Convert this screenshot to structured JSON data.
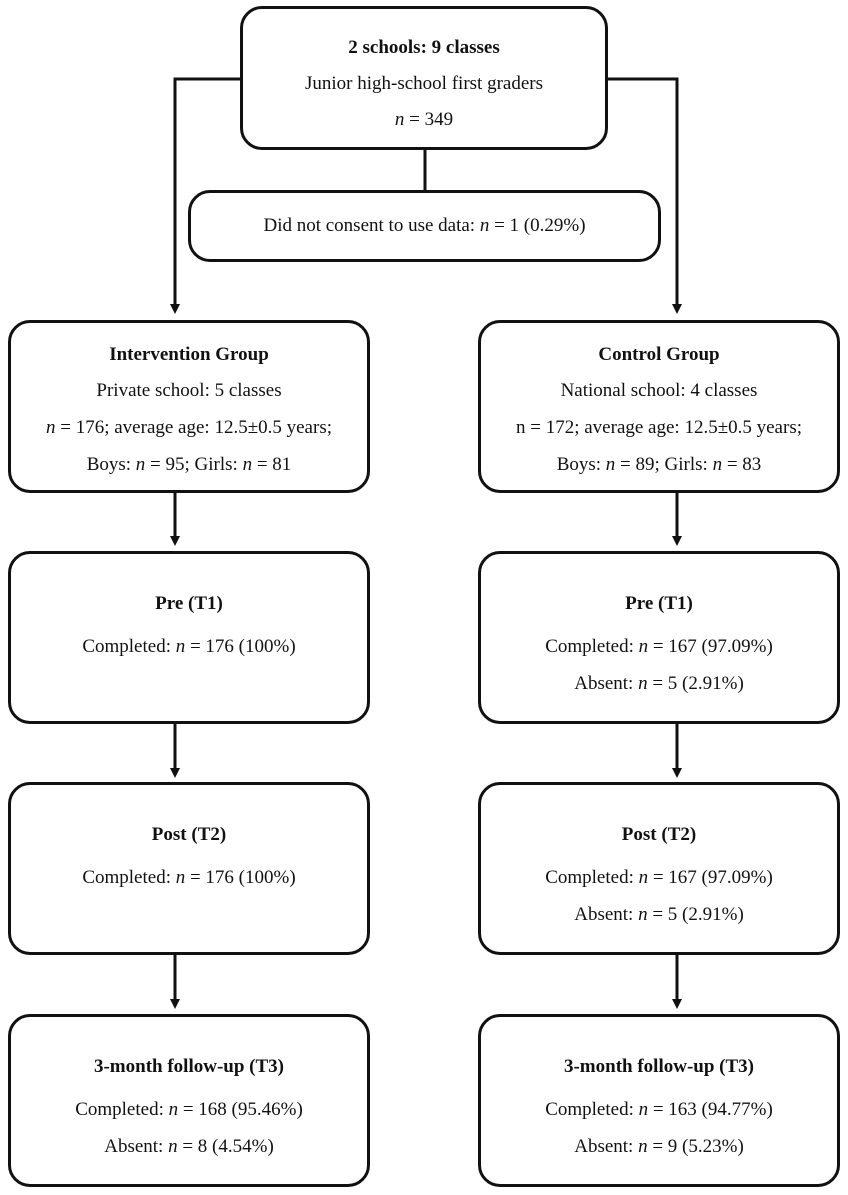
{
  "top": {
    "title": "2 schools: 9 classes",
    "subtitle": "Junior high-school first graders",
    "n_label": "n",
    "n_value": " = 349"
  },
  "exclusion": {
    "text": "Did not consent to use data: ",
    "n_label": "n",
    "n_value": " = 1 (0.29%)"
  },
  "intervention": {
    "title": "Intervention Group",
    "school": "Private school: 5 classes",
    "n_label": "n",
    "n_age": " = 176; average age: 12.5±0.5 years;",
    "boys": "Boys: ",
    "boys_n": "n",
    "boys_val": " = 95; Girls: ",
    "girls_n": "n",
    "girls_val": " = 81",
    "pre": {
      "title": "Pre (T1)",
      "completed": "Completed: ",
      "n": "n",
      "val": " = 176 (100%)"
    },
    "post": {
      "title": "Post (T2)",
      "completed": "Completed: ",
      "n": "n",
      "val": " = 176 (100%)"
    },
    "followup": {
      "title": "3-month follow-up (T3)",
      "completed": "Completed: ",
      "n": "n",
      "val": " = 168 (95.46%)",
      "absent": "Absent: ",
      "absent_n": "n",
      "absent_val": " = 8 (4.54%)"
    }
  },
  "control": {
    "title": "Control Group",
    "school": "National school: 4 classes",
    "n_age": "n = 172; average age: 12.5±0.5 years;",
    "boys": "Boys: ",
    "boys_n": "n",
    "boys_val": " = 89; Girls: ",
    "girls_n": "n",
    "girls_val": " = 83",
    "pre": {
      "title": "Pre (T1)",
      "completed": "Completed: ",
      "n": "n",
      "val": " = 167 (97.09%)",
      "absent": "Absent: ",
      "absent_n": "n",
      "absent_val": " = 5 (2.91%)"
    },
    "post": {
      "title": "Post (T2)",
      "completed": "Completed: ",
      "n": "n",
      "val": " = 167 (97.09%)",
      "absent": "Absent: ",
      "absent_n": "n",
      "absent_val": " = 5 (2.91%)"
    },
    "followup": {
      "title": "3-month follow-up (T3)",
      "completed": "Completed: ",
      "n": "n",
      "val": " = 163 (94.77%)",
      "absent": "Absent: ",
      "absent_n": "n",
      "absent_val": " = 9 (5.23%)"
    }
  }
}
